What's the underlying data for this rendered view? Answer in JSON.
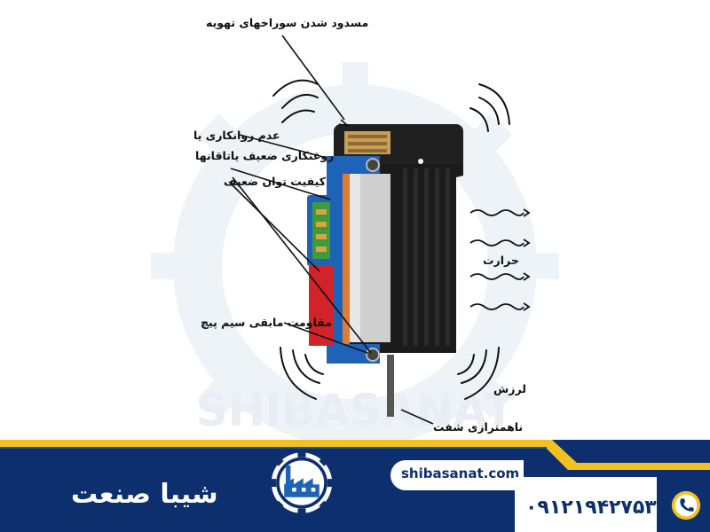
{
  "labels": {
    "ventilation": "مسدود شدن سوراخهای تهویه",
    "lubrication_line1": "عدم روانکاری یا",
    "lubrication_line2": "روغنکاری ضعیف یاتاقانها",
    "power_quality": "کیفیت توان ضعیف",
    "winding_resistance": "مقاومت مابقی سیم پیچ",
    "heat": "حرارت",
    "vibration": "لرزش",
    "shaft_misalignment": "ناهمترازی شفت"
  },
  "watermark": "SHIBASANAT",
  "banner": {
    "brand_name": "شیبا صنعت",
    "logo_text": "SHIBASANAT",
    "website": "shibasanat.com",
    "phone": "۰۹۱۲۱۹۴۲۷۵۳",
    "phone_icon": "phone-icon"
  },
  "colors": {
    "navy": "#0d2f6e",
    "yellow": "#f2c01f",
    "motor_black": "#1b1b1b",
    "rotor_orange": "#e07b35",
    "stator_red": "#d3232a",
    "housing_blue": "#1f63b8",
    "winding_green": "#3d9a3d",
    "copper": "#d9a441"
  }
}
